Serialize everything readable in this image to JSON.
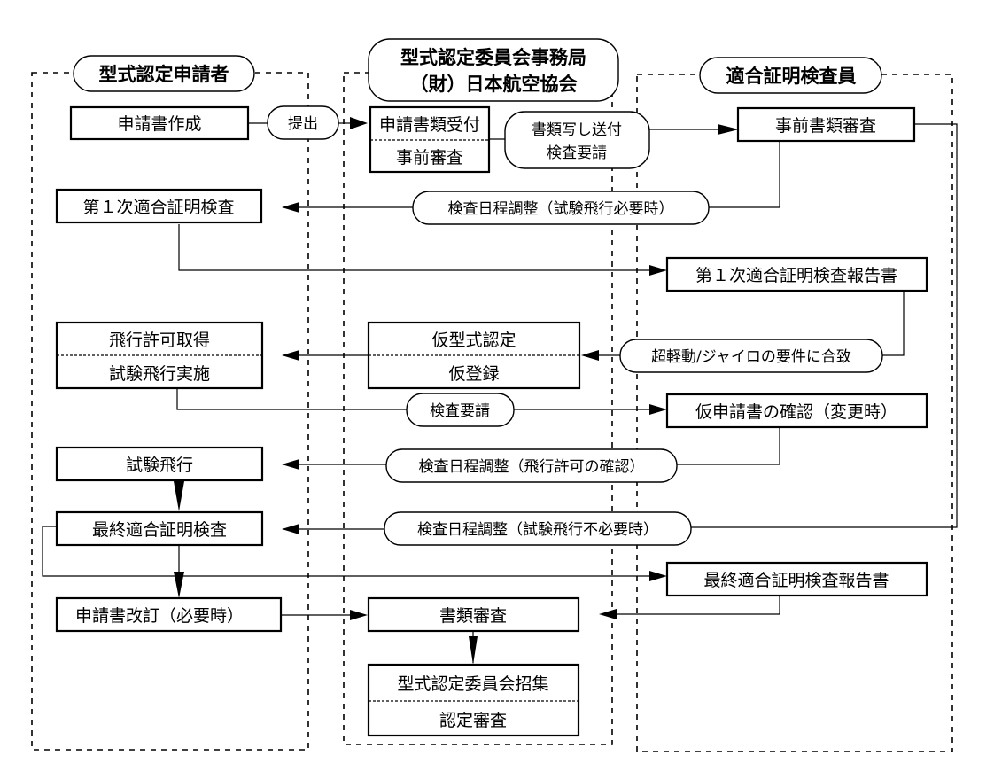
{
  "lanes": {
    "applicant": {
      "header": "型式認定申請者"
    },
    "secretariat": {
      "header_line1": "型式認定委員会事務局",
      "header_line2": "（財）日本航空協会"
    },
    "inspector": {
      "header": "適合証明検査員"
    }
  },
  "applicant_boxes": {
    "create_application": "申請書作成",
    "first_inspection": "第１次適合証明検査",
    "flight_permit": "飛行許可取得",
    "test_flight_exec": "試験飛行実施",
    "test_flight": "試験飛行",
    "final_inspection": "最終適合証明検査",
    "revise_application": "申請書改訂（必要時）"
  },
  "secretariat_boxes": {
    "receive_application": "申請書類受付",
    "pre_review": "事前審査",
    "provisional_type_cert": "仮型式認定",
    "provisional_registration": "仮登録",
    "document_review": "書類審査",
    "convene_committee": "型式認定委員会招集",
    "cert_review": "認定審査"
  },
  "inspector_boxes": {
    "pre_document_review": "事前書類審査",
    "first_report": "第１次適合証明検査報告書",
    "confirm_provisional_app": "仮申請書の確認（変更時）",
    "final_report": "最終適合証明検査報告書"
  },
  "connector_labels": {
    "submit": "提出",
    "send_copy_line1": "書類写し送付",
    "send_copy_line2": "検査要請",
    "schedule_flight_needed": "検査日程調整（試験飛行必要時）",
    "meets_requirements": "超軽動/ジャイロの要件に合致",
    "inspection_request": "検査要請",
    "schedule_permit_check": "検査日程調整（飛行許可の確認）",
    "schedule_flight_not_needed": "検査日程調整（試験飛行不必要時）"
  }
}
